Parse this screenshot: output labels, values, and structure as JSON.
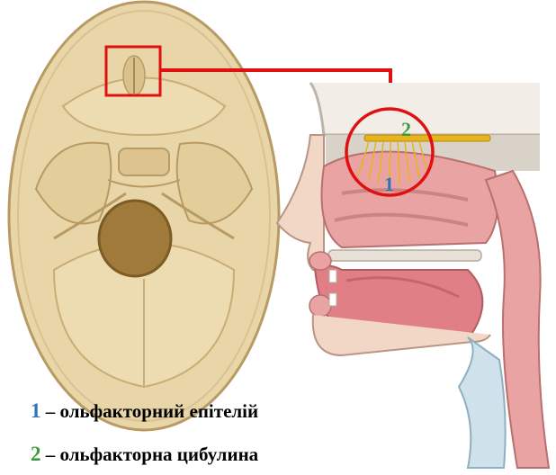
{
  "markers": {
    "num1": "1",
    "num2": "2"
  },
  "legend": [
    {
      "number": "1",
      "text": "– ольфакторний епітелій"
    },
    {
      "number": "2",
      "text": "– ольфакторна цибулина"
    }
  ],
  "colors": {
    "skull_fill": "#e9d6a8",
    "skull_outline": "#b89a63",
    "highlight_red": "#e01010",
    "number1_blue": "#2e75b6",
    "number2_green": "#3a9d3a",
    "nerve_yellow": "#e8b41c",
    "tissue_pink": "#e8a0a0",
    "bone_gray": "#cfc8c0"
  },
  "icons": [
    "skull-base-illustration",
    "head-sagittal-section-illustration",
    "highlight-box",
    "highlight-circle",
    "connector-arrow"
  ]
}
